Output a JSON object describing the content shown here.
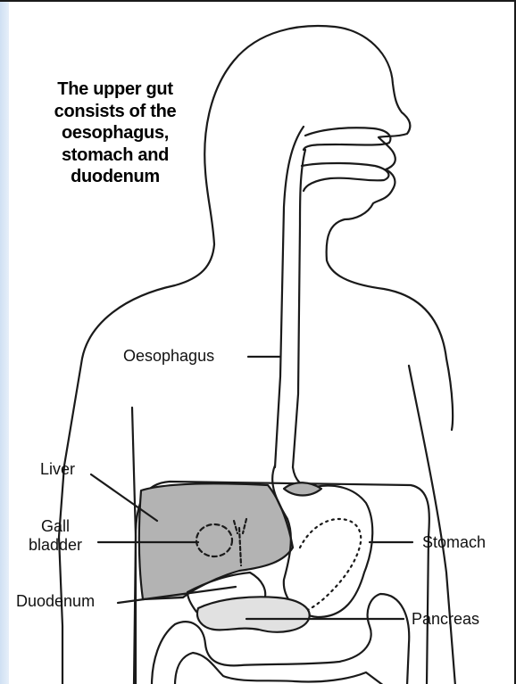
{
  "caption": {
    "line1": "The upper gut",
    "line2": "consists of the",
    "line3": "oesophagus,",
    "line4": "stomach and",
    "line5": "duodenum"
  },
  "labels": {
    "oesophagus": "Oesophagus",
    "liver": "Liver",
    "gall_line1": "Gall",
    "gall_line2": "bladder",
    "duodenum": "Duodenum",
    "stomach": "Stomach",
    "pancreas": "Pancreas"
  },
  "colors": {
    "outline": "#1a1a1a",
    "liver_fill": "#b3b3b3",
    "pancreas_fill": "#e1e1e1",
    "left_strip": "#dbe7f5"
  }
}
